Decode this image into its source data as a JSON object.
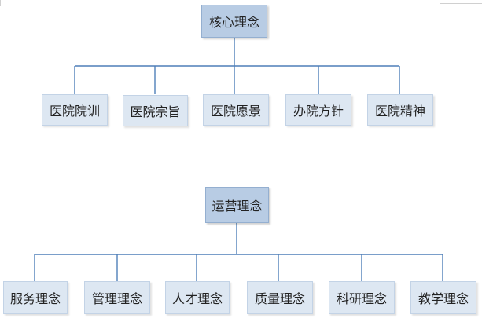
{
  "diagram1": {
    "root": "核心理念",
    "children": [
      "医院院训",
      "医院宗旨",
      "医院愿景",
      "办院方针",
      "医院精神"
    ]
  },
  "diagram2": {
    "root": "运营理念",
    "children": [
      "服务理念",
      "管理理念",
      "人才理念",
      "质量理念",
      "科研理念",
      "教学理念"
    ]
  },
  "colors": {
    "root_fill": "#b8cce4",
    "child_fill": "#dde7f2",
    "connector": "#4f7fb8"
  }
}
